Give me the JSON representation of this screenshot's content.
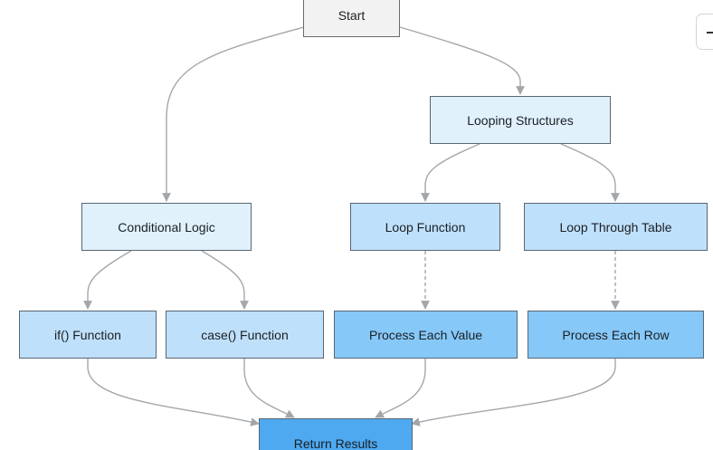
{
  "diagram": {
    "nodes": {
      "start": "Start",
      "looping_structures": "Looping Structures",
      "conditional_logic": "Conditional Logic",
      "loop_function": "Loop Function",
      "loop_through_table": "Loop Through Table",
      "if_function": "if() Function",
      "case_function": "case() Function",
      "process_each_value": "Process Each Value",
      "process_each_row": "Process Each Row",
      "return_results": "Return Results"
    },
    "colors": {
      "edge": "#a3a7ab",
      "level_0": "#f2f2f2",
      "level_1": "#e0f1fc",
      "level_2": "#bfe0fb",
      "level_3": "#86c8f8",
      "level_4": "#4ea9f0"
    }
  },
  "toolbar": {
    "zoom_control_icon": "minus-icon"
  }
}
